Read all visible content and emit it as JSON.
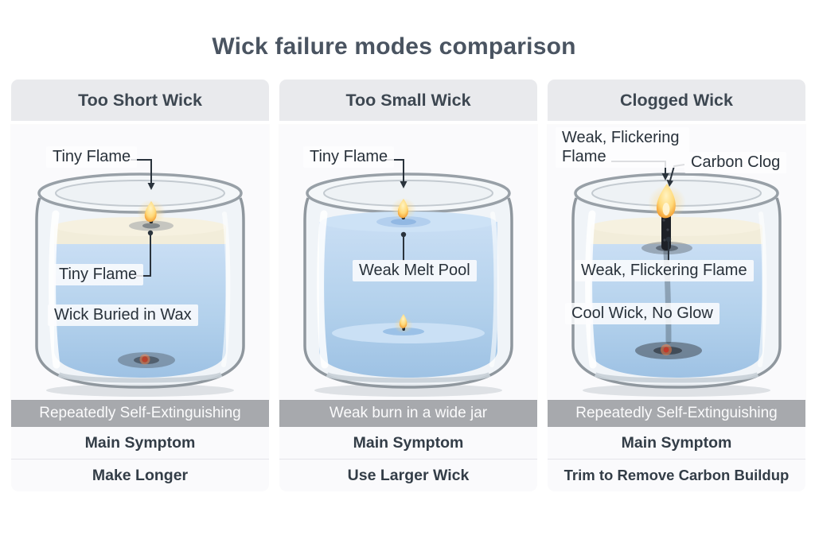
{
  "title": "Wick failure modes comparison",
  "colors": {
    "title_text": "#4a5461",
    "header_bg": "#e9eaed",
    "header_text": "#3d4751",
    "panel_bg": "#fafafc",
    "symptom_bar_bg": "#a7a9ad",
    "symptom_bar_text": "#fbfbfc",
    "wax_blue": "#b9d5ee",
    "wax_cream": "#f2edda",
    "flame_orange": "#f08c1d"
  },
  "columns": [
    {
      "header": "Too Short Wick",
      "callouts": {
        "top_flame": "Tiny Flame",
        "mid_flame": "Tiny Flame",
        "buried": "Wick Buried in Wax"
      },
      "symptom_bar": "Repeatedly Self-Extinguishing",
      "symptom_label": "Main Symptom",
      "remedy": "Make Longer"
    },
    {
      "header": "Too Small Wick",
      "callouts": {
        "top_flame": "Tiny Flame",
        "melt_pool": "Weak Melt Pool"
      },
      "symptom_bar": "Weak burn in a wide jar",
      "symptom_label": "Main Symptom",
      "remedy": "Use Larger Wick"
    },
    {
      "header": "Clogged Wick",
      "callouts": {
        "top_flame": "Weak, Flickering Flame",
        "carbon_clog": "Carbon Clog",
        "mid_flame": "Weak, Flickering Flame",
        "cool_wick": "Cool Wick, No Glow"
      },
      "symptom_bar": "Repeatedly Self-Extinguishing",
      "symptom_label": "Main Symptom",
      "remedy": "Trim to Remove Carbon Buildup"
    }
  ]
}
